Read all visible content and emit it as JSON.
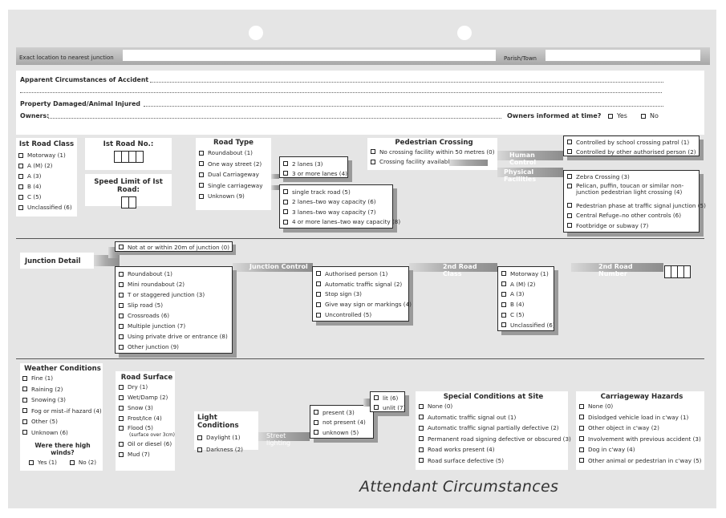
{
  "top": {
    "location_label": "Exact location to nearest junction",
    "parish_label": "Parish/Town"
  },
  "circ": {
    "apparent": "Apparent Circumstances of Accident",
    "property": "Property Damaged/Animal Injured",
    "owners": "Owners:",
    "informed": "Owners informed at time?",
    "yes": "Yes",
    "no": "No"
  },
  "road_class": {
    "title": "Ist Road Class",
    "items": [
      "Motorway (1)",
      "A (M) (2)",
      "A (3)",
      "B (4)",
      "C (5)",
      "Unclassified (6)"
    ]
  },
  "road_no": {
    "title": "Ist Road No.:"
  },
  "speed": {
    "title": "Speed Limit of Ist Road:"
  },
  "road_type": {
    "title": "Road Type",
    "items": [
      "Roundabout (1)",
      "One way street (2)",
      "Dual Carriageway",
      "Single carriageway",
      "Unknown (9)"
    ]
  },
  "dual": {
    "items": [
      "2 lanes (3)",
      "3 or more lanes (4)"
    ]
  },
  "single": {
    "items": [
      "single track road (5)",
      "2 lanes–two way capacity (6)",
      "3 lanes–two way capacity (7)",
      "4 or more lanes–two way capacity (8)"
    ]
  },
  "ped": {
    "title": "Pedestrian Crossing",
    "items": [
      "No crossing facility within 50 metres (0)",
      "Crossing facility available"
    ],
    "human_bar": "Human Control",
    "physical_bar": "Physical Facilities"
  },
  "human": {
    "items": [
      "Controlled by school crossing patrol (1)",
      "Controlled by other authorised person (2)"
    ]
  },
  "physical": {
    "items": [
      "Zebra Crossing (3)",
      "Pelican, puffin, toucan or similar non-junction pedestrian light crossing (4)",
      "Pedestrian phase at traffic signal junction (5)",
      "Central Refuge–no other controls (6)",
      "Footbridge or subway (7)"
    ]
  },
  "junction": {
    "title": "Junction Detail",
    "not_within": "Not at or within 20m of junction (0)",
    "items": [
      "Roundabout (1)",
      "Mini roundabout (2)",
      "T or staggered junction (3)",
      "Slip road (5)",
      "Crossroads (6)",
      "Multiple junction (7)",
      "Using private drive or entrance (8)",
      "Other junction (9)"
    ],
    "control_bar": "Junction Control",
    "class_bar": "2nd Road Class",
    "number_bar": "2nd Road Number"
  },
  "jcontrol": {
    "items": [
      "Authorised person (1)",
      "Automatic traffic signal (2)",
      "Stop sign (3)",
      "Give way sign or markings (4)",
      "Uncontrolled (5)"
    ]
  },
  "class2": {
    "items": [
      "Motorway (1)",
      "A (M) (2)",
      "A (3)",
      "B (4)",
      "C (5)",
      "Unclassified (6)"
    ]
  },
  "weather": {
    "title": "Weather Conditions",
    "items": [
      "Fine (1)",
      "Raining (2)",
      "Snowing (3)",
      "Fog or mist–if hazard (4)",
      "Other (5)",
      "Unknown (6)"
    ],
    "winds": "Were there high winds?",
    "yes": "Yes (1)",
    "no": "No (2)"
  },
  "surface": {
    "title": "Road Surface",
    "items": [
      "Dry (1)",
      "Wet/Damp (2)",
      "Snow (3)",
      "Frost/Ice (4)",
      "Flood (5)",
      "Oil or diesel (6)",
      "Mud (7)"
    ],
    "flood_note": "(surface over 3cm)"
  },
  "light": {
    "title": "Light Conditions",
    "items": [
      "Daylight (1)",
      "Darkness (2)"
    ],
    "street_bar": "Street lighting"
  },
  "lighting": {
    "items": [
      "present (3)",
      "not present (4)",
      "unknown (5)"
    ]
  },
  "lit": {
    "items": [
      "lit (6)",
      "unlit (7)"
    ]
  },
  "special": {
    "title": "Special Conditions at Site",
    "items": [
      "None (0)",
      "Automatic traffic signal out (1)",
      "Automatic traffic signal partially defective (2)",
      "Permanent road signing defective or obscured (3)",
      "Road works present (4)",
      "Road surface defective (5)"
    ]
  },
  "hazards": {
    "title": "Carriageway Hazards",
    "items": [
      "None (0)",
      "Dislodged vehicle load in c'way (1)",
      "Other object in c'way (2)",
      "Involvement with previous accident (3)",
      "Dog in c'way (4)",
      "Other animal or pedestrian in c'way (5)"
    ]
  },
  "footer": {
    "title": "Attendant Circumstances"
  }
}
